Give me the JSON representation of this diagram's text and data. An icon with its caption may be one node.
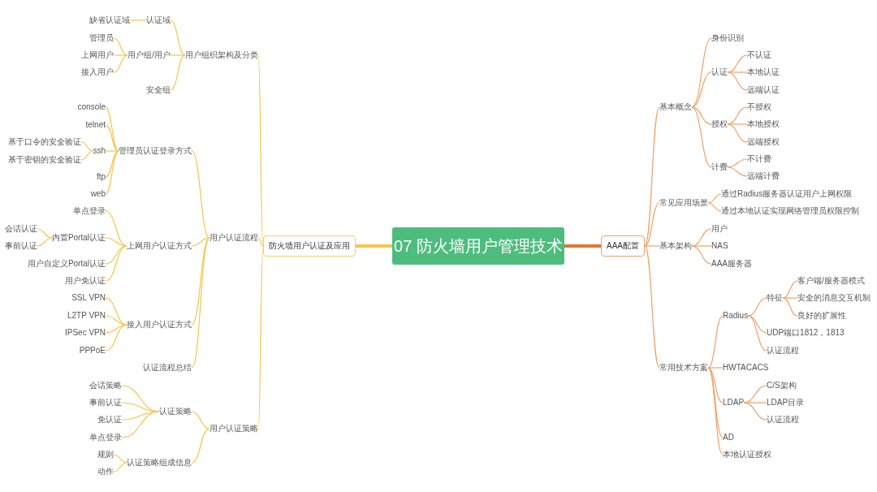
{
  "diagram": {
    "nodes": [
      {
        "text": [
          "07 防火墙用户管理技术"
        ]
      },
      {
        "text": [
          "防火墙用户认证及应用"
        ]
      },
      {
        "text": [
          "用户组织架构及分类"
        ]
      },
      {
        "text": [
          "认证域"
        ]
      },
      {
        "text": [
          "缺省认证域"
        ]
      },
      {
        "text": [
          "用户组/用户"
        ]
      },
      {
        "text": [
          "管理员"
        ]
      },
      {
        "text": [
          "上网用户"
        ]
      },
      {
        "text": [
          "接入用户"
        ]
      },
      {
        "text": [
          "安全组"
        ]
      },
      {
        "text": [
          "用户认证流程"
        ]
      },
      {
        "text": [
          "管理员认证登录方式"
        ]
      },
      {
        "text": [
          "console"
        ]
      },
      {
        "text": [
          "telnet"
        ]
      },
      {
        "text": [
          "ssh"
        ]
      },
      {
        "text": [
          "基于口令的安全验证"
        ]
      },
      {
        "text": [
          "基于密钥的安全验证"
        ]
      },
      {
        "text": [
          "ftp"
        ]
      },
      {
        "text": [
          "web"
        ]
      },
      {
        "text": [
          "上网用户认证方式"
        ]
      },
      {
        "text": [
          "单点登录"
        ]
      },
      {
        "text": [
          "内置Portal认证"
        ]
      },
      {
        "text": [
          "会话认证"
        ]
      },
      {
        "text": [
          "事前认证"
        ]
      },
      {
        "text": [
          "用户自定义Portal认证"
        ]
      },
      {
        "text": [
          "用户免认证"
        ]
      },
      {
        "text": [
          "接入用户认证方式"
        ]
      },
      {
        "text": [
          "SSL VPN"
        ]
      },
      {
        "text": [
          "L2TP VPN"
        ]
      },
      {
        "text": [
          "IPSec VPN"
        ]
      },
      {
        "text": [
          "PPPoE"
        ]
      },
      {
        "text": [
          "认证流程总结"
        ]
      },
      {
        "text": [
          "用户认证策略"
        ]
      },
      {
        "text": [
          "认证策略"
        ]
      },
      {
        "text": [
          "会话策略"
        ]
      },
      {
        "text": [
          "事前认证"
        ]
      },
      {
        "text": [
          "免认证"
        ]
      },
      {
        "text": [
          "单点登录"
        ]
      },
      {
        "text": [
          "认证策略组成信息"
        ]
      },
      {
        "text": [
          "规则"
        ]
      },
      {
        "text": [
          "动作"
        ]
      },
      {
        "text": [
          "AAA配置"
        ]
      },
      {
        "text": [
          "基本概念"
        ]
      },
      {
        "text": [
          "身份识别"
        ]
      },
      {
        "text": [
          "认证"
        ]
      },
      {
        "text": [
          "不认证"
        ]
      },
      {
        "text": [
          "本地认证"
        ]
      },
      {
        "text": [
          "远端认证"
        ]
      },
      {
        "text": [
          "授权"
        ]
      },
      {
        "text": [
          "不授权"
        ]
      },
      {
        "text": [
          "本地授权"
        ]
      },
      {
        "text": [
          "远端授权"
        ]
      },
      {
        "text": [
          "计费"
        ]
      },
      {
        "text": [
          "不计费"
        ]
      },
      {
        "text": [
          "远端计费"
        ]
      },
      {
        "text": [
          "常见应用场景"
        ]
      },
      {
        "text": [
          "通过Radius服务器认证用户上网权限"
        ]
      },
      {
        "text": [
          "通过本地认证实现网络管理员权限控制"
        ]
      },
      {
        "text": [
          "基本架构"
        ]
      },
      {
        "text": [
          "用户"
        ]
      },
      {
        "text": [
          "NAS"
        ]
      },
      {
        "text": [
          "AAA服务器"
        ]
      },
      {
        "text": [
          "常用技术方案"
        ]
      },
      {
        "text": [
          "Radius"
        ]
      },
      {
        "text": [
          "特征"
        ]
      },
      {
        "text": [
          "客户端/服务器模式"
        ]
      },
      {
        "text": [
          "安全的消息交互机制"
        ]
      },
      {
        "text": [
          "良好的扩展性"
        ]
      },
      {
        "text": [
          "UDP端口1812，1813"
        ]
      },
      {
        "text": [
          "认证流程"
        ]
      },
      {
        "text": [
          "HWTACACS"
        ]
      },
      {
        "text": [
          "LDAP"
        ]
      },
      {
        "text": [
          "C/S架构"
        ]
      },
      {
        "text": [
          "LDAP目录"
        ]
      },
      {
        "text": [
          "认证流程"
        ]
      },
      {
        "text": [
          "AD"
        ]
      },
      {
        "text": [
          "本地认证授权"
        ]
      }
    ],
    "edges": [
      {
        "from": 0,
        "to": 1,
        "arrow": "none",
        "style": "thick"
      },
      {
        "from": 1,
        "to": 2,
        "arrow": "none"
      },
      {
        "from": 2,
        "to": 3,
        "arrow": "none"
      },
      {
        "from": 3,
        "to": 4,
        "arrow": "none"
      },
      {
        "from": 2,
        "to": 5,
        "arrow": "none"
      },
      {
        "from": 5,
        "to": 6,
        "arrow": "none"
      },
      {
        "from": 5,
        "to": 7,
        "arrow": "none"
      },
      {
        "from": 5,
        "to": 8,
        "arrow": "none"
      },
      {
        "from": 2,
        "to": 9,
        "arrow": "none"
      },
      {
        "from": 1,
        "to": 10,
        "arrow": "none"
      },
      {
        "from": 10,
        "to": 11,
        "arrow": "none"
      },
      {
        "from": 11,
        "to": 12,
        "arrow": "none"
      },
      {
        "from": 11,
        "to": 13,
        "arrow": "none"
      },
      {
        "from": 11,
        "to": 14,
        "arrow": "none"
      },
      {
        "from": 14,
        "to": 15,
        "arrow": "none"
      },
      {
        "from": 14,
        "to": 16,
        "arrow": "none"
      },
      {
        "from": 11,
        "to": 17,
        "arrow": "none"
      },
      {
        "from": 11,
        "to": 18,
        "arrow": "none"
      },
      {
        "from": 10,
        "to": 19,
        "arrow": "none"
      },
      {
        "from": 19,
        "to": 20,
        "arrow": "none"
      },
      {
        "from": 19,
        "to": 21,
        "arrow": "none"
      },
      {
        "from": 21,
        "to": 22,
        "arrow": "none"
      },
      {
        "from": 21,
        "to": 23,
        "arrow": "none"
      },
      {
        "from": 19,
        "to": 24,
        "arrow": "none"
      },
      {
        "from": 19,
        "to": 25,
        "arrow": "none"
      },
      {
        "from": 10,
        "to": 26,
        "arrow": "none"
      },
      {
        "from": 26,
        "to": 27,
        "arrow": "none"
      },
      {
        "from": 26,
        "to": 28,
        "arrow": "none"
      },
      {
        "from": 26,
        "to": 29,
        "arrow": "none"
      },
      {
        "from": 26,
        "to": 30,
        "arrow": "none"
      },
      {
        "from": 10,
        "to": 31,
        "arrow": "none"
      },
      {
        "from": 1,
        "to": 32,
        "arrow": "none"
      },
      {
        "from": 32,
        "to": 33,
        "arrow": "none"
      },
      {
        "from": 33,
        "to": 34,
        "arrow": "none"
      },
      {
        "from": 33,
        "to": 35,
        "arrow": "none"
      },
      {
        "from": 33,
        "to": 36,
        "arrow": "none"
      },
      {
        "from": 33,
        "to": 37,
        "arrow": "none"
      },
      {
        "from": 32,
        "to": 38,
        "arrow": "none"
      },
      {
        "from": 38,
        "to": 39,
        "arrow": "none"
      },
      {
        "from": 38,
        "to": 40,
        "arrow": "none"
      },
      {
        "from": 0,
        "to": 41,
        "arrow": "none",
        "style": "thick",
        "color": "#e2762f"
      },
      {
        "from": 41,
        "to": 42,
        "arrow": "none",
        "color": "#f0a067"
      },
      {
        "from": 42,
        "to": 43,
        "arrow": "none",
        "color": "#f0a067"
      },
      {
        "from": 42,
        "to": 44,
        "arrow": "none",
        "color": "#f0a067"
      },
      {
        "from": 44,
        "to": 45,
        "arrow": "none",
        "color": "#f0a067"
      },
      {
        "from": 44,
        "to": 46,
        "arrow": "none",
        "color": "#f0a067"
      },
      {
        "from": 44,
        "to": 47,
        "arrow": "none",
        "color": "#f0a067"
      },
      {
        "from": 42,
        "to": 48,
        "arrow": "none",
        "color": "#f0a067"
      },
      {
        "from": 48,
        "to": 49,
        "arrow": "none",
        "color": "#f0a067"
      },
      {
        "from": 48,
        "to": 50,
        "arrow": "none",
        "color": "#f0a067"
      },
      {
        "from": 48,
        "to": 51,
        "arrow": "none",
        "color": "#f0a067"
      },
      {
        "from": 42,
        "to": 52,
        "arrow": "none",
        "color": "#f0a067"
      },
      {
        "from": 52,
        "to": 53,
        "arrow": "none",
        "color": "#f0a067"
      },
      {
        "from": 52,
        "to": 54,
        "arrow": "none",
        "color": "#f0a067"
      },
      {
        "from": 41,
        "to": 55,
        "arrow": "none",
        "color": "#f0a067"
      },
      {
        "from": 55,
        "to": 56,
        "arrow": "none",
        "color": "#f0a067"
      },
      {
        "from": 55,
        "to": 57,
        "arrow": "none",
        "color": "#f0a067"
      },
      {
        "from": 41,
        "to": 58,
        "arrow": "none",
        "color": "#f0a067"
      },
      {
        "from": 58,
        "to": 59,
        "arrow": "none",
        "color": "#f0a067"
      },
      {
        "from": 58,
        "to": 60,
        "arrow": "none",
        "color": "#f0a067"
      },
      {
        "from": 58,
        "to": 61,
        "arrow": "none",
        "color": "#f0a067"
      },
      {
        "from": 41,
        "to": 62,
        "arrow": "none",
        "color": "#f0a067"
      },
      {
        "from": 62,
        "to": 63,
        "arrow": "none",
        "color": "#f0a067"
      },
      {
        "from": 63,
        "to": 64,
        "arrow": "none",
        "color": "#f0a067"
      },
      {
        "from": 64,
        "to": 65,
        "arrow": "none",
        "color": "#f0a067"
      },
      {
        "from": 64,
        "to": 66,
        "arrow": "none",
        "color": "#f0a067"
      },
      {
        "from": 64,
        "to": 67,
        "arrow": "none",
        "color": "#f0a067"
      },
      {
        "from": 63,
        "to": 68,
        "arrow": "none",
        "color": "#f0a067"
      },
      {
        "from": 63,
        "to": 69,
        "arrow": "none",
        "color": "#f0a067"
      },
      {
        "from": 62,
        "to": 70,
        "arrow": "none",
        "color": "#f0a067"
      },
      {
        "from": 62,
        "to": 71,
        "arrow": "none",
        "color": "#f0a067"
      },
      {
        "from": 71,
        "to": 72,
        "arrow": "none",
        "color": "#f0a067"
      },
      {
        "from": 71,
        "to": 73,
        "arrow": "none",
        "color": "#f0a067"
      },
      {
        "from": 71,
        "to": 74,
        "arrow": "none",
        "color": "#f0a067"
      },
      {
        "from": 62,
        "to": 75,
        "arrow": "none",
        "color": "#f0a067"
      },
      {
        "from": 62,
        "to": 76,
        "arrow": "none",
        "color": "#f0a067"
      }
    ]
  }
}
